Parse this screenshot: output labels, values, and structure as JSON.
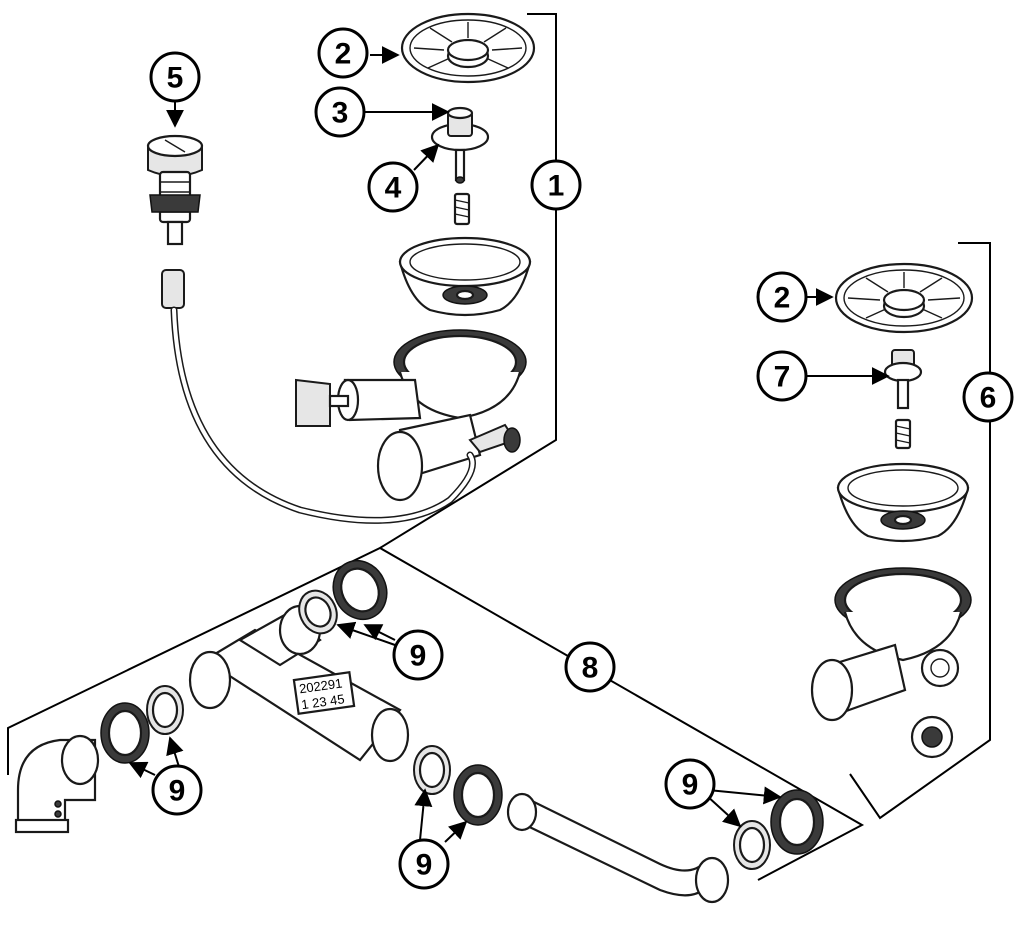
{
  "callouts": {
    "c1": "1",
    "c2a": "2",
    "c2b": "2",
    "c3": "3",
    "c4": "4",
    "c5": "5",
    "c6": "6",
    "c7": "7",
    "c8": "8",
    "c9a": "9",
    "c9b": "9",
    "c9c": "9",
    "c9d": "9"
  },
  "pipe_label": {
    "line1": "202291",
    "line2": "1 23 45"
  }
}
